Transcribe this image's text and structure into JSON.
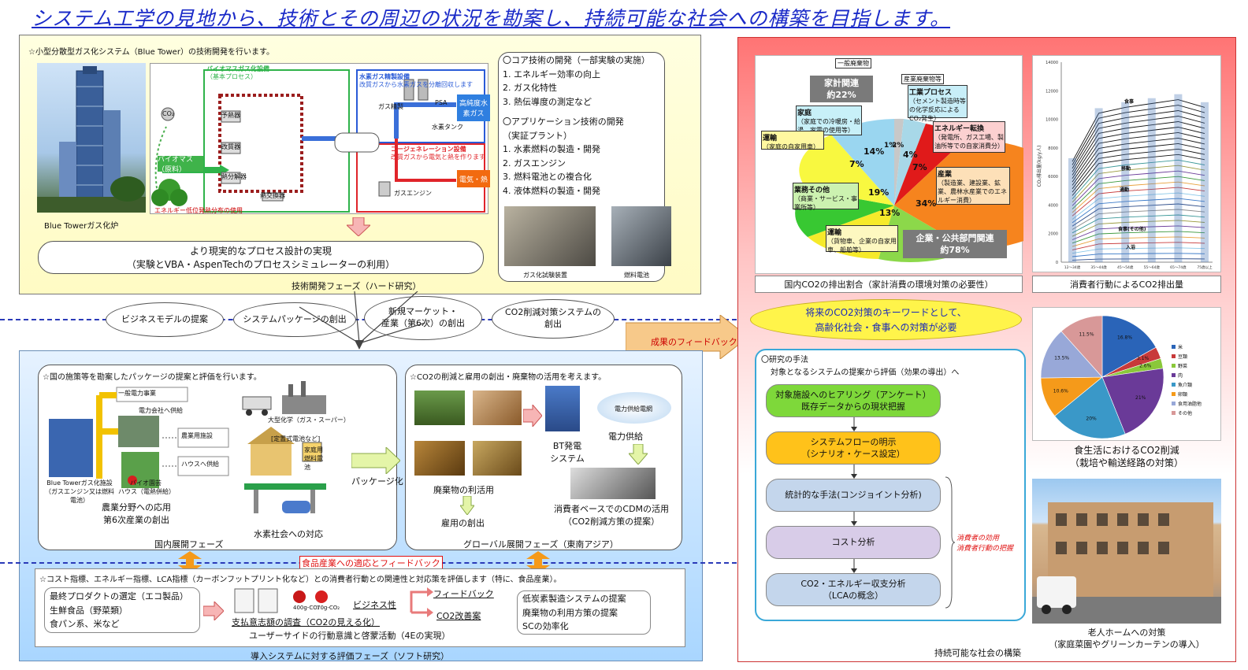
{
  "title": "システム工学の見地から、技術とその周辺の状況を勘案し、持続可能な社会への構築を目指します。",
  "hardware": {
    "header": "☆小型分散型ガス化システム（Blue Tower）の技術開発を行います。",
    "photo_caption": "Blue Towerガス化炉",
    "diagram": {
      "sec_biomass": "バイオマスガス化設備",
      "sec_biomass_sub": "（基本プロセス）",
      "sec_hydrogen": "水素ガス精製設備",
      "sec_hydrogen_sub": "改質ガスから水素ガスを分離回収します",
      "sec_cogen": "コージェネレーション設備",
      "sec_cogen_sub": "改質ガスから電気と熱を作ります",
      "biomass_label": "バイオマス（原料）",
      "hydrogen_out": "高純度水素ガス",
      "electricity_out": "電気・熱",
      "co2": "CO₂",
      "unit_preheat": "予熱器",
      "unit_reform": "改質器",
      "unit_pyro": "熱分解器",
      "unit_hx": "熱交換器",
      "unit_gas_cleaning": "ガス精製",
      "unit_engine": "ガスエンジン",
      "psa": "PSA",
      "hydrogen_tank": "水素タンク",
      "footnote": "エネルギー低位発熱分布の使用"
    },
    "arrow_text_1": "より現実的なプロセス設計の実現",
    "arrow_text_2": "（実験とVBA・AspenTechのプロセスシミュレーターの利用）",
    "phase_label": "技術開発フェーズ（ハード研究）",
    "core_title": "〇コア技術の開発（一部実験の実施）",
    "core_items": [
      "1. エネルギー効率の向上",
      "2. ガス化特性",
      "3. 熱伝導度の測定など"
    ],
    "app_title": "〇アプリケーション技術の開発",
    "app_sub": "（実証プラント）",
    "app_items": [
      "1. 水素燃料の製造・開発",
      "2. ガスエンジン",
      "3. 燃料電池との複合化",
      "4. 液体燃料の製造・開発"
    ],
    "photo1_caption": "ガス化試験装置",
    "photo2_caption": "燃料電池"
  },
  "bridge": {
    "ellipses": [
      "ビジネスモデルの提案",
      "システムパッケージの創出",
      "新規マーケット・産業（第6次）の創出",
      "CO2削減対策システムの創出"
    ],
    "ellipse3_line1": "新規マーケット・",
    "ellipse3_line2": "産業（第6次）の創出",
    "ellipse4_line1": "CO2削減対策システムの",
    "ellipse4_line2": "創出",
    "feedback_arrow": "成果のフィードバック"
  },
  "domestic": {
    "header": "☆国の施策等を勘案したパッケージの提案と評価を行います。",
    "tower_caption": "Blue Towerガス化施設（ガスエンジン又は燃料電池）",
    "tower_caption_1": "Blue Towerガス化施設",
    "tower_caption_2": "（ガスエンジン又は燃料電池）",
    "pv_caption": "バイオ園芸ハウス（電熱併給）",
    "pv_caption_1": "バイオ園芸",
    "pv_caption_2": "ハウス（電熱併給）",
    "ag_1": "農業分野への応用",
    "ag_2": "第6次産業の創出",
    "factory_caption": "大型化学（ガス・スーパー）",
    "house_caption": "[定置式電池など]",
    "box_caption": "家庭用燃料電池",
    "h2_society": "水素社会への対応",
    "phase_label": "国内展開フェーズ",
    "package_arrow": "パッケージ化",
    "diagram_notes": [
      "一般電力事業",
      "電力会社へ供給",
      "農業用施設",
      "ハウスへ供給"
    ]
  },
  "global": {
    "header": "☆CO2の削減と雇用の創出・廃棄物の活用を考えます。",
    "bt_1": "BT発電",
    "bt_2": "システム",
    "power": "電力供給",
    "grid_caption": "電力供給電網",
    "waste": "廃棄物の利活用",
    "jobs": "雇用の創出",
    "cdm_1": "消費者ベースでのCDMの活用",
    "cdm_2": "（CO2削減方策の提案）",
    "phase_label": "グローバル展開フェーズ（東南アジア）"
  },
  "food_bar": "食品産業への適応とフィードバック",
  "soft": {
    "header": "☆コスト指標、エネルギー指標、LCA指標（カーボンフットプリント化など）との消費者行動との関連性と対応策を評価します（特に、食品産業）。",
    "left_items": [
      "最終プロダクトの選定（エコ製品）",
      "生鮮食品（野菜類）",
      "食パン系、米など"
    ],
    "survey": "支払意志額の調査（CO2の見える化）",
    "user": "ユーザーサイドの行動意識と啓蒙活動（4Eの実現）",
    "apple_1": "400g-CO₂",
    "apple_2": "70g-CO₂",
    "biz": "ビジネス性",
    "feedback": "フィードバック",
    "co2plan": "CO2改善案",
    "right_items": [
      "低炭素製造システムの提案",
      "廃棄物の利用方策の提案",
      "SCの効率化"
    ],
    "phase_label": "導入システムに対する評価フェーズ（ソフト研究）"
  },
  "right": {
    "pie": {
      "labels": {
        "general": "一般廃棄物",
        "industrial_waste": "産業廃棄物等",
        "household": "家計関連",
        "household_pct": "約22%",
        "home": "家庭",
        "home_sub": "（家庭での冷暖房・給湯、家電の使用等）",
        "home_pct": "14%",
        "car": "運輸",
        "car_sub": "（家庭の自家用車）",
        "car_pct": "7%",
        "business": "業務その他",
        "business_sub": "（商業・サービス・事業所等）",
        "business_pct": "19%",
        "transport": "運輸",
        "transport_sub": "（貨物車、企業の自家用車、船舶等）",
        "transport_pct": "13%",
        "industry": "産業",
        "industry_sub": "（製造業、建設業、鉱業、農林水産業でのエネルギー消費）",
        "industry_pct": "34%",
        "energy": "エネルギー転換",
        "energy_sub": "（発電所、ガス工場、製油所等での自家消費分）",
        "energy_pct": "7%",
        "process": "工業プロセス",
        "process_sub": "（セメント製造時等の化学反応によるCO₂発生）",
        "process_pct": "4%",
        "small1": "1%",
        "small2": "2%",
        "corp": "企業・公共部門関連",
        "corp_pct": "約78%"
      },
      "caption": "国内CO2の排出割合（家計消費の環境対策の必要性）"
    },
    "consumer_chart": {
      "caption": "消費者行動によるCO2排出量",
      "yticks": [
        "0",
        "2000",
        "4000",
        "6000",
        "8000",
        "10000",
        "12000",
        "14000"
      ],
      "xticks": [
        "12～34歳",
        "35～44歳",
        "45～54歳",
        "55～64歳",
        "65～74歳",
        "75歳以上"
      ],
      "ylabel": "CO₂排出量(kg/y人)",
      "inner_labels": [
        "食事",
        "移動",
        "通勤",
        "食事(その他)",
        "入浴"
      ]
    },
    "keyword_1": "将来のCO2対策のキーワードとして、",
    "keyword_2": "高齢化社会・食事への対策が必要",
    "method": {
      "title": "〇研究の手法",
      "subtitle": "対象となるシステムの提案から評価（効果の導出）へ",
      "step1_1": "対象施設へのヒアリング（アンケート）",
      "step1_2": "既存データからの現状把握",
      "step2_1": "システムフローの明示",
      "step2_2": "（シナリオ・ケース設定）",
      "step3": "統計的な手法(コンジョイント分析)",
      "step4": "コスト分析",
      "step5_1": "CO2・エネルギー収支分析",
      "step5_2": "（LCAの概念）",
      "side_1": "消費者の効用",
      "side_2": "消費者行動の把握"
    },
    "food_pie": {
      "labels": [
        "16.8%",
        "3.1%",
        "2.6%",
        "21%",
        "20%",
        "10.6%",
        "13.5%",
        "11.5%"
      ],
      "legend": [
        "米",
        "豆類",
        "野菜",
        "肉",
        "魚介類",
        "卵類",
        "食用油脂他",
        "その他"
      ],
      "caption_1": "食生活におけるCO2削減",
      "caption_2": "（栽培や輸送経路の対策）"
    },
    "home": {
      "caption_1": "老人ホームへの対策",
      "caption_2": "（家庭菜園やグリーンカーテンの導入）"
    },
    "bottom_label": "持続可能な社会の構築"
  }
}
